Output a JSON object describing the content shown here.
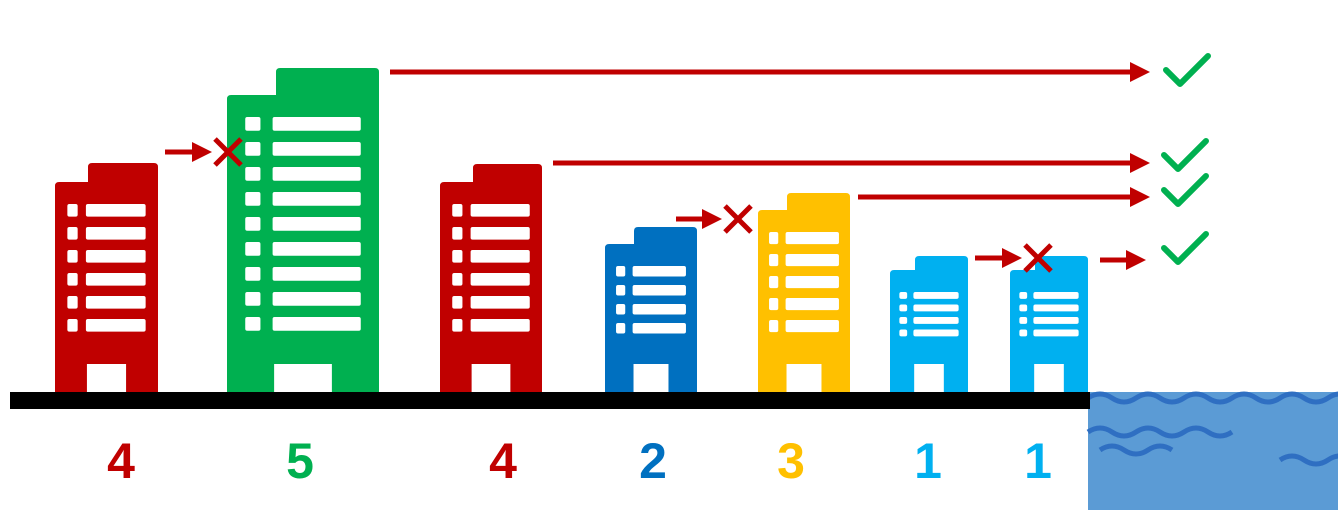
{
  "colors": {
    "red": "#c00000",
    "green": "#00b050",
    "blue": "#0070c0",
    "yellow": "#ffc000",
    "light_blue": "#00b0f0",
    "ocean": "#5b9bd5",
    "wave": "#2f6fc2",
    "ground": "#000000",
    "check": "#00b050",
    "arrow": "#c00000"
  },
  "buildings": [
    {
      "height": 4,
      "label": "4",
      "color": "red",
      "view": "blocked"
    },
    {
      "height": 5,
      "label": "5",
      "color": "green",
      "view": "ocean"
    },
    {
      "height": 4,
      "label": "4",
      "color": "red",
      "view": "ocean"
    },
    {
      "height": 2,
      "label": "2",
      "color": "blue",
      "view": "blocked"
    },
    {
      "height": 3,
      "label": "3",
      "color": "yellow",
      "view": "ocean"
    },
    {
      "height": 1,
      "label": "1",
      "color": "light_blue",
      "view": "blocked"
    },
    {
      "height": 1,
      "label": "1",
      "color": "light_blue",
      "view": "ocean"
    }
  ],
  "icons": {
    "view": "checkmark-icon",
    "blocked": "cross-icon",
    "sight": "arrow-icon"
  }
}
